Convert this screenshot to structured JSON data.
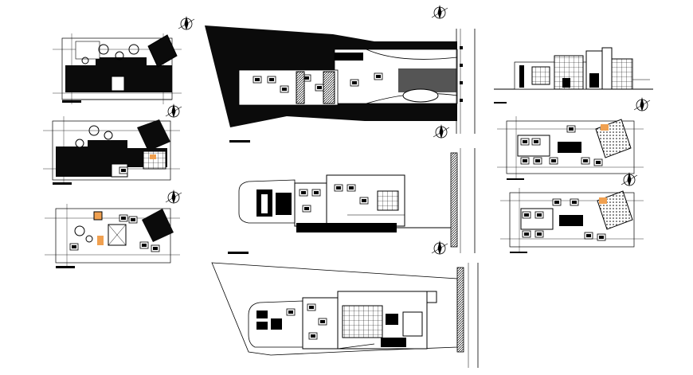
{
  "drawing": {
    "kind": "architectural CAD sheet",
    "colors": {
      "ink": "#000000",
      "paper": "#ffffff",
      "hatch_fill": "#111111",
      "accent_orange": "#f0a050"
    },
    "views": [
      {
        "id": "left-plan-1",
        "type": "floor-plan"
      },
      {
        "id": "left-plan-2",
        "type": "floor-plan"
      },
      {
        "id": "left-plan-3",
        "type": "floor-plan"
      },
      {
        "id": "site-plan-top",
        "type": "site-plan"
      },
      {
        "id": "site-plan-middle",
        "type": "floor-plan"
      },
      {
        "id": "site-plan-bottom",
        "type": "floor-plan"
      },
      {
        "id": "right-elevation",
        "type": "elevation"
      },
      {
        "id": "right-plan-1",
        "type": "floor-plan"
      },
      {
        "id": "right-plan-2",
        "type": "floor-plan"
      }
    ],
    "icons": [
      "north-arrow-icon"
    ]
  }
}
